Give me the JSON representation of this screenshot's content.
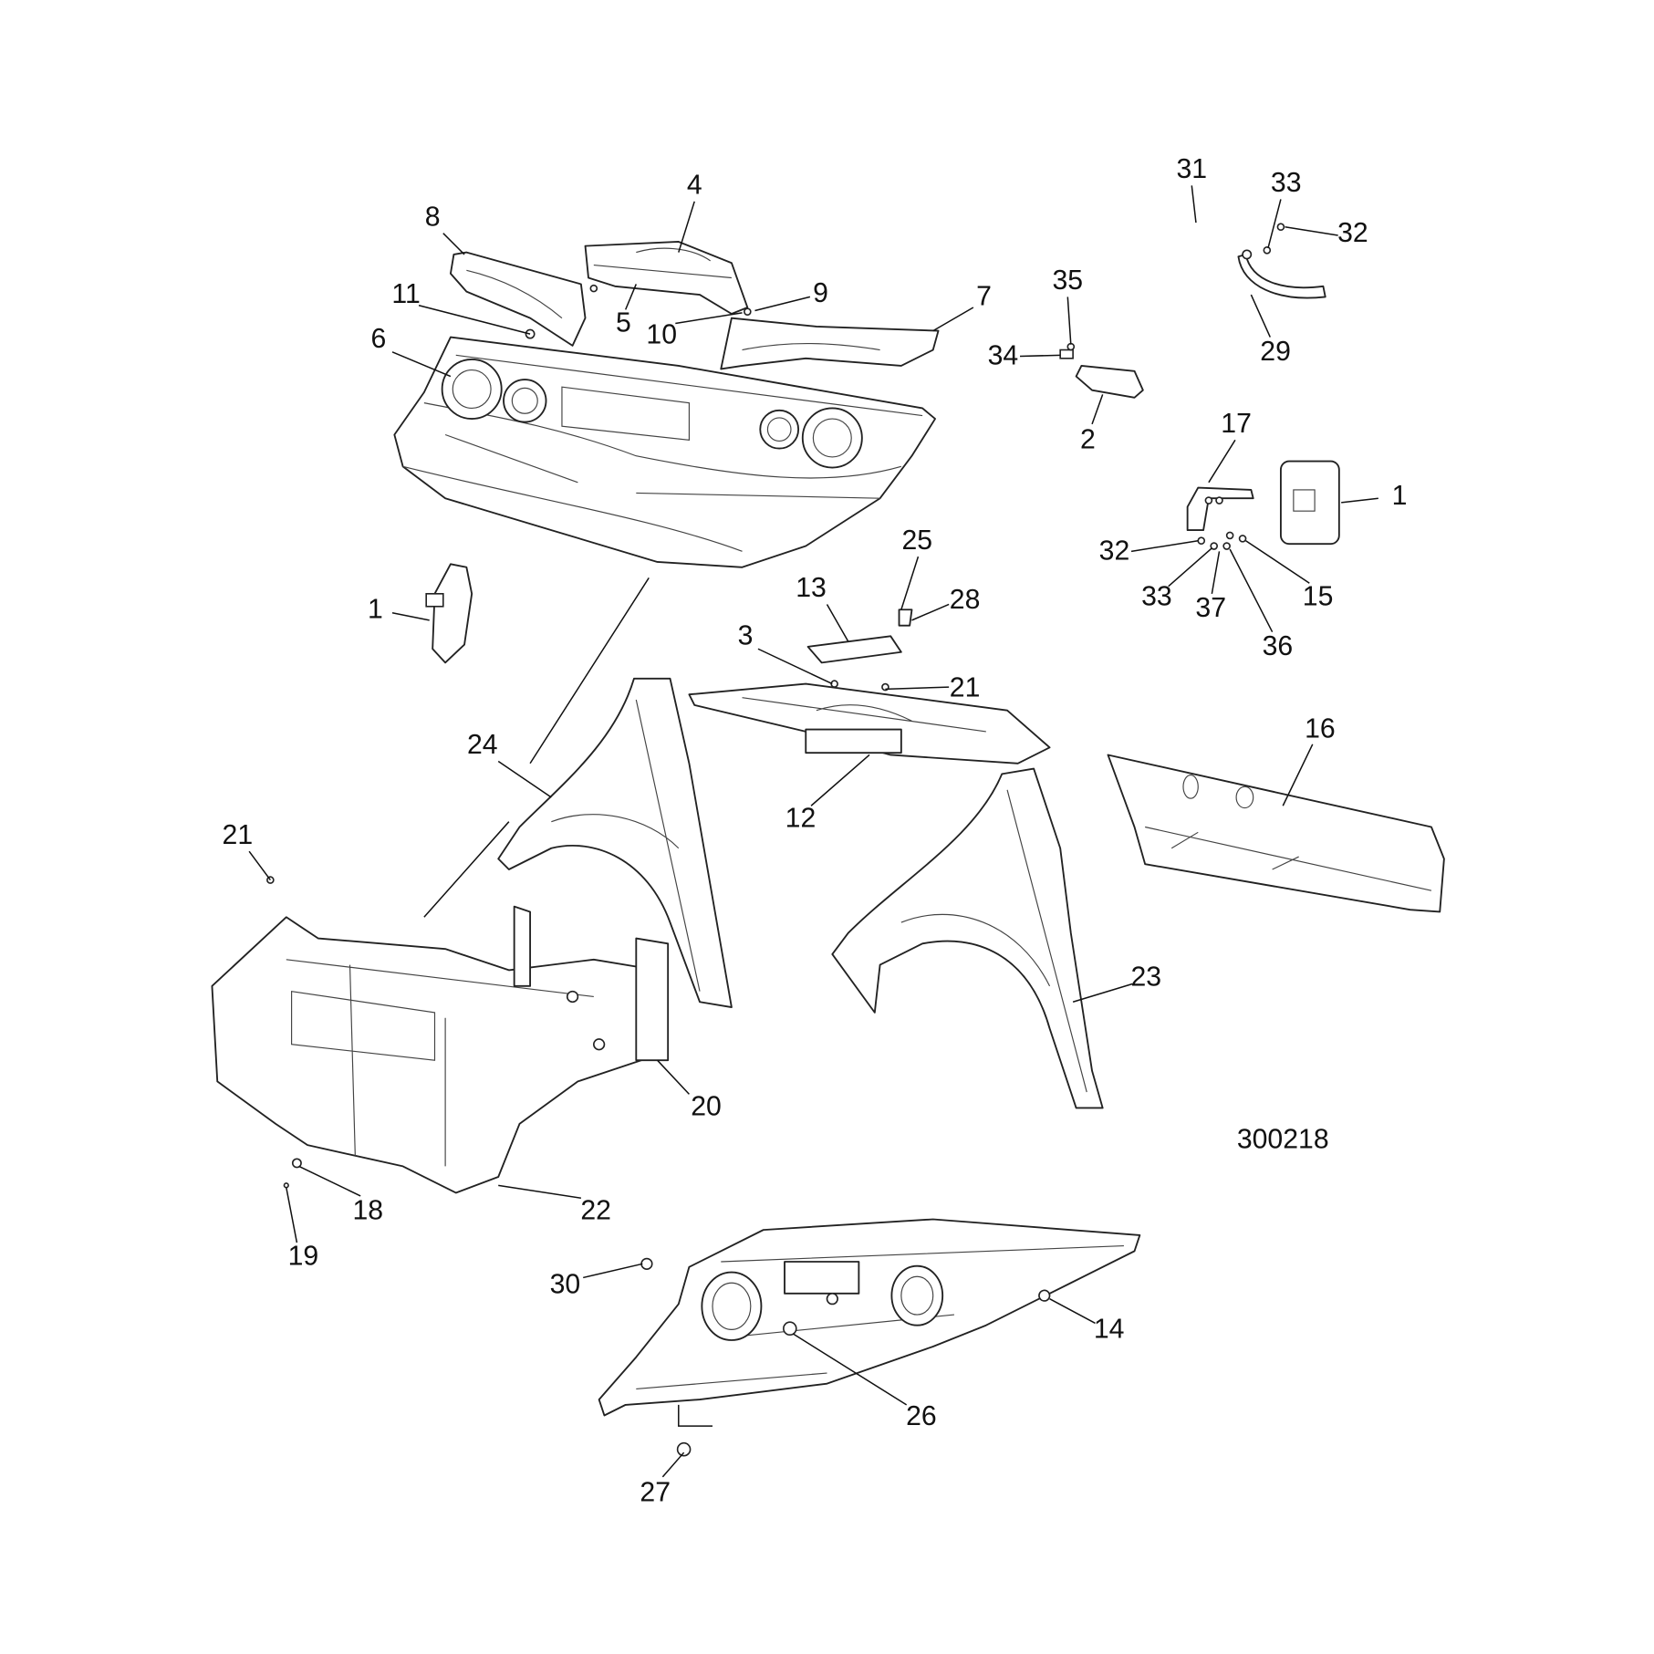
{
  "diagram_id": "300218",
  "callouts": [
    "4",
    "8",
    "11",
    "5",
    "10",
    "9",
    "7",
    "6",
    "31",
    "33",
    "32",
    "29",
    "35",
    "34",
    "2",
    "17",
    "1",
    "32",
    "33",
    "37",
    "36",
    "15",
    "25",
    "13",
    "28",
    "3",
    "21",
    "1",
    "24",
    "16",
    "12",
    "21",
    "23",
    "20",
    "22",
    "18",
    "19",
    "30",
    "14",
    "26",
    "27"
  ]
}
